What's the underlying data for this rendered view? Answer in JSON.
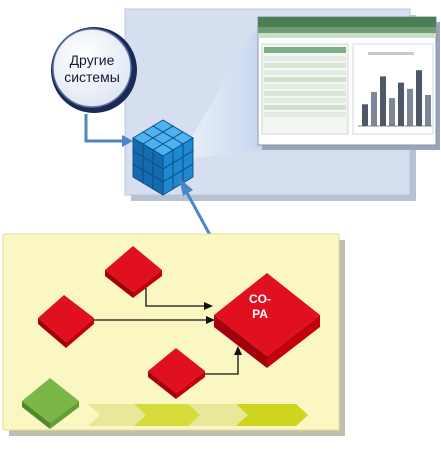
{
  "diagram": {
    "other_systems_label_line1": "Другие",
    "other_systems_label_line2": "системы",
    "copa_label_line1": "CO-",
    "copa_label_line2": "PA"
  },
  "screenshot": {
    "chart_bars": [
      0.35,
      0.55,
      0.8,
      0.45,
      0.7,
      0.6,
      0.9,
      0.5
    ]
  },
  "colors": {
    "bi_panel": "#d6dff0",
    "process_panel": "#fbf7c2",
    "red_box": "#e0101e",
    "green_box": "#7ab648",
    "cube": "#1e88d0",
    "arrow_blue": "#4a86c8",
    "chevron": "#d6dc3a"
  },
  "icons": {
    "cube": "olap-cube-icon",
    "screenshot": "report-screenshot-icon"
  }
}
